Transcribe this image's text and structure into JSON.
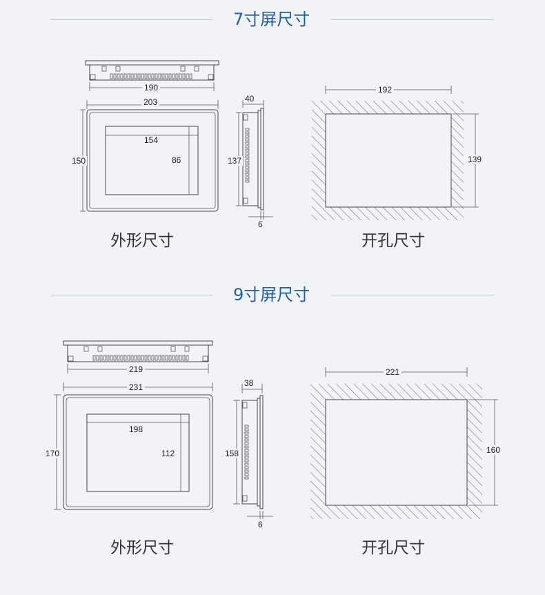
{
  "sections": [
    {
      "title": "7寸屏尺寸",
      "captions": {
        "outline": "外形尺寸",
        "cutout": "开孔尺寸"
      },
      "dimensions": {
        "mount_width": "190",
        "outer_width": "203",
        "outer_height": "150",
        "screen_width": "154",
        "screen_height": "86",
        "depth": "40",
        "side_height": "137",
        "bezel_thickness": "6",
        "cutout_width": "192",
        "cutout_height": "139"
      }
    },
    {
      "title": "9寸屏尺寸",
      "captions": {
        "outline": "外形尺寸",
        "cutout": "开孔尺寸"
      },
      "dimensions": {
        "mount_width": "219",
        "outer_width": "231",
        "outer_height": "170",
        "screen_width": "198",
        "screen_height": "112",
        "depth": "38",
        "side_height": "158",
        "bezel_thickness": "6",
        "cutout_width": "221",
        "cutout_height": "160"
      }
    }
  ]
}
